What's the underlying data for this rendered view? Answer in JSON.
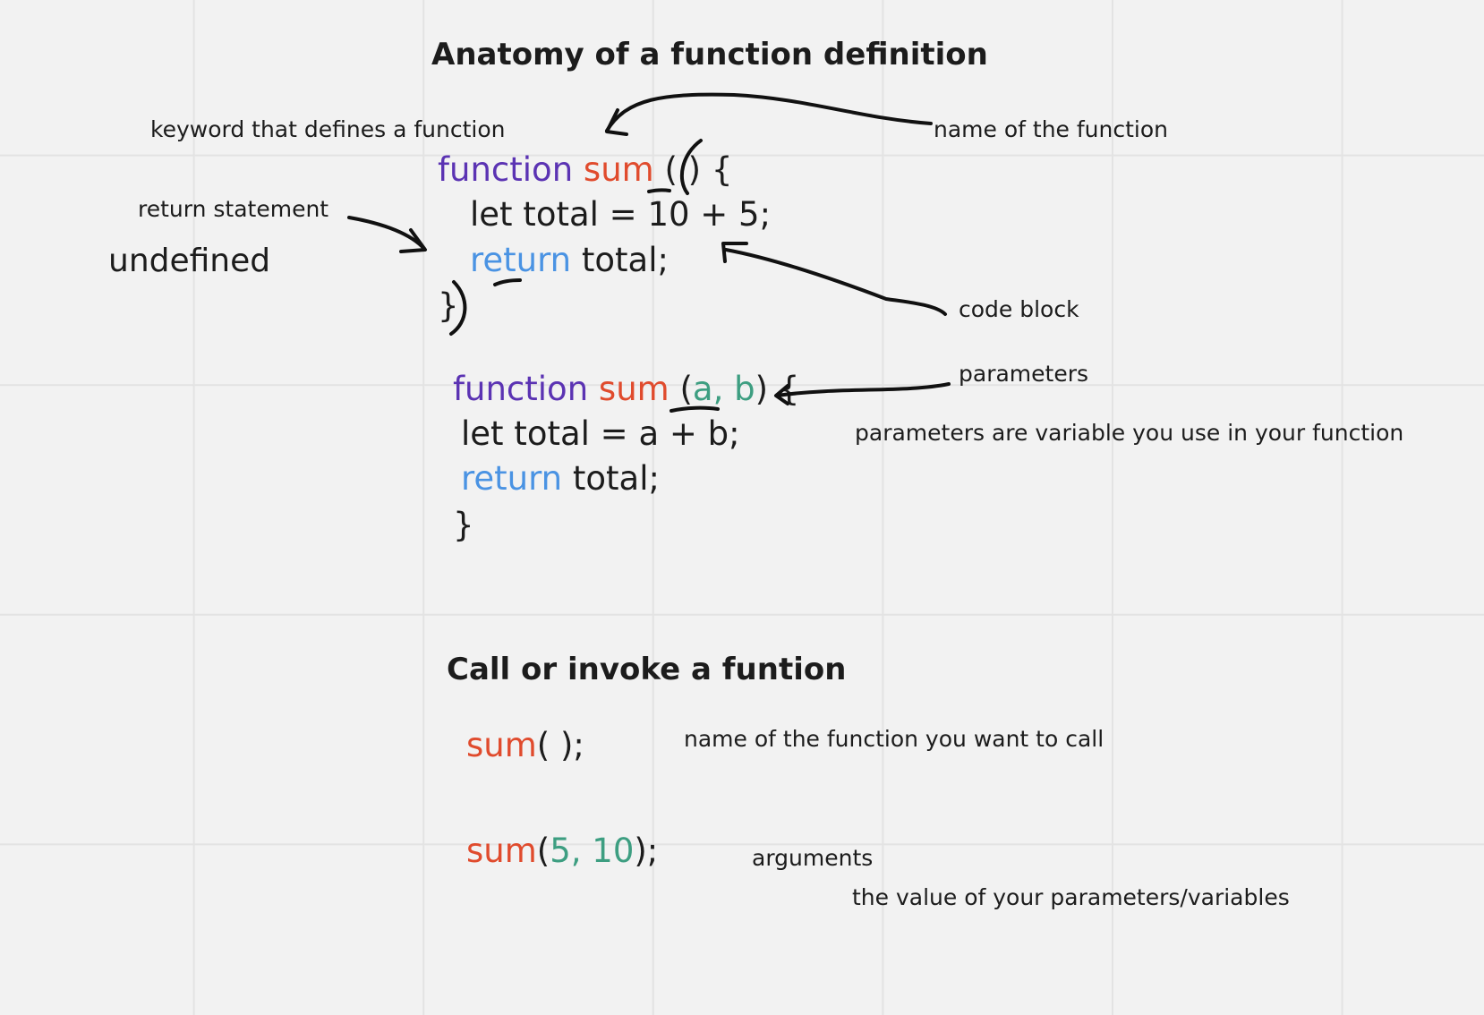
{
  "anatomy": {
    "title": "Anatomy of a function definition",
    "keyword_note": "keyword that defines a function",
    "return_note": "return statement",
    "undefined_note": "undefined",
    "name_note": "name of the function",
    "code_block_note": "code block",
    "parameters_note": "parameters",
    "parameters_desc": "parameters are variable you use in your function",
    "code1": {
      "keyword": "function",
      "name": "sum",
      "sig_rest": " ( ) {",
      "line2": "let total = 10 + 5;",
      "ret_kw": "return",
      "ret_rest": " total;",
      "close": "}"
    },
    "code2": {
      "keyword": "function",
      "name": "sum",
      "open_paren": " (",
      "params": "a, b",
      "sig_rest": ") {",
      "line2": "let total = a + b;",
      "ret_kw": "return",
      "ret_rest": " total;",
      "close": "}"
    }
  },
  "invoke": {
    "title": "Call or invoke a funtion",
    "call1_name": "sum",
    "call1_rest": "( );",
    "call1_note": "name of the function you want to call",
    "call2_name": "sum",
    "call2_open": "(",
    "call2_args": "5, 10",
    "call2_rest": ");",
    "args_note": "arguments",
    "args_desc": "the value of your parameters/variables"
  },
  "colors": {
    "keyword": "#5b33b3",
    "function_name": "#e04b2d",
    "return": "#4a93e3",
    "parameter": "#3d9e81",
    "background": "#f2f2f2",
    "grid": "#e3e3e3"
  }
}
